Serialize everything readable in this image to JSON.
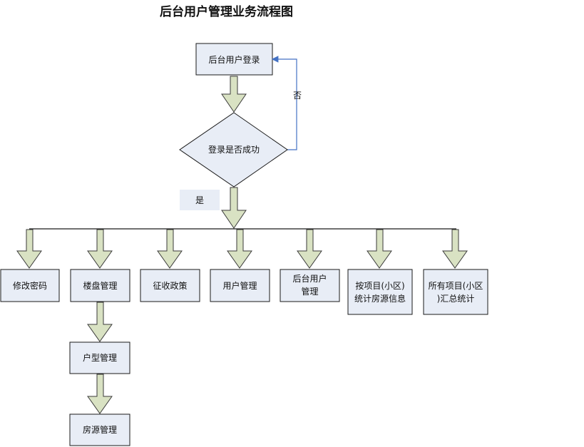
{
  "title": "后台用户管理业务流程图",
  "nodes": {
    "login": "后台用户登录",
    "decision": "登录是否成功",
    "no_label": "否",
    "yes_label": "是",
    "change_password": "修改密码",
    "building": "楼盘管理",
    "policy": "征收政策",
    "user_mgmt": "用户管理",
    "admin_mgmt_line1": "后台用户",
    "admin_mgmt_line2": "管理",
    "project_stats_line1": "按项目(小区)",
    "project_stats_line2": "统计房源信息",
    "all_stats_line1": "所有项目(小区",
    "all_stats_line2": ")汇总统计",
    "unit_type": "户型管理",
    "housing": "房源管理"
  },
  "colors": {
    "box_fill": "#e8edf6",
    "box_stroke": "#1a1a1a",
    "arrow_fill": "#d9e2c3",
    "arrow_stroke": "#3a3a3a",
    "loop_line": "#4472c4"
  }
}
